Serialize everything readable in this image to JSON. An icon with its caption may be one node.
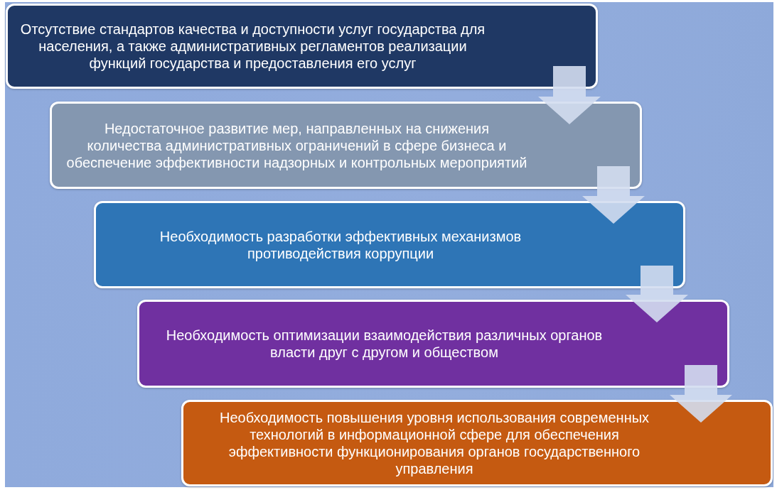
{
  "diagram": {
    "nodes": [
      {
        "text": [
          "Отсутствие стандартов качества и доступности услуг государства для населения, а также административных регламентов реализации функций государства и предоставления его услуг"
        ]
      },
      {
        "text": [
          "Недостаточное развитие мер, направленных на снижения количества административных ограничений в сфере бизнеса и обеспечение эффективности надзорных и контрольных мероприятий"
        ]
      },
      {
        "text": [
          "Необходимость разработки эффективных механизмов противодействия коррупции"
        ]
      },
      {
        "text": [
          "Необходимость оптимизации взаимодействия различных органов власти друг с другом и обществом"
        ]
      },
      {
        "text": [
          "Необходимость повышения уровня использования современных технологий в информационной сфере для обеспечения эффективности функционирования органов государственного управления"
        ]
      }
    ],
    "edges": [
      {
        "from": 0,
        "to": 1,
        "arrow": "to"
      },
      {
        "from": 1,
        "to": 2,
        "arrow": "to"
      },
      {
        "from": 2,
        "to": 3,
        "arrow": "to"
      },
      {
        "from": 3,
        "to": 4,
        "arrow": "to"
      }
    ]
  }
}
